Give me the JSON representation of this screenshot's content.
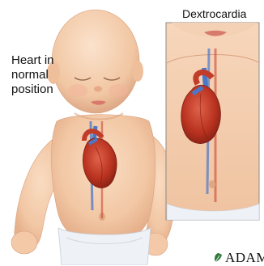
{
  "labels": {
    "normal": [
      "Heart in",
      "normal",
      "position"
    ],
    "dextrocardia": "Dextrocardia"
  },
  "brand": {
    "logo_text": "ADAM"
  },
  "icons": {
    "logo_mark": "leaf-icon"
  },
  "colors": {
    "skin": "#f4cfb0",
    "skin_shadow": "#e9b995",
    "heart": "#c23c2a",
    "vessel_blue": "#4a78c8",
    "diaper": "#eef1f6",
    "inset_border": "#8b8b8b"
  }
}
